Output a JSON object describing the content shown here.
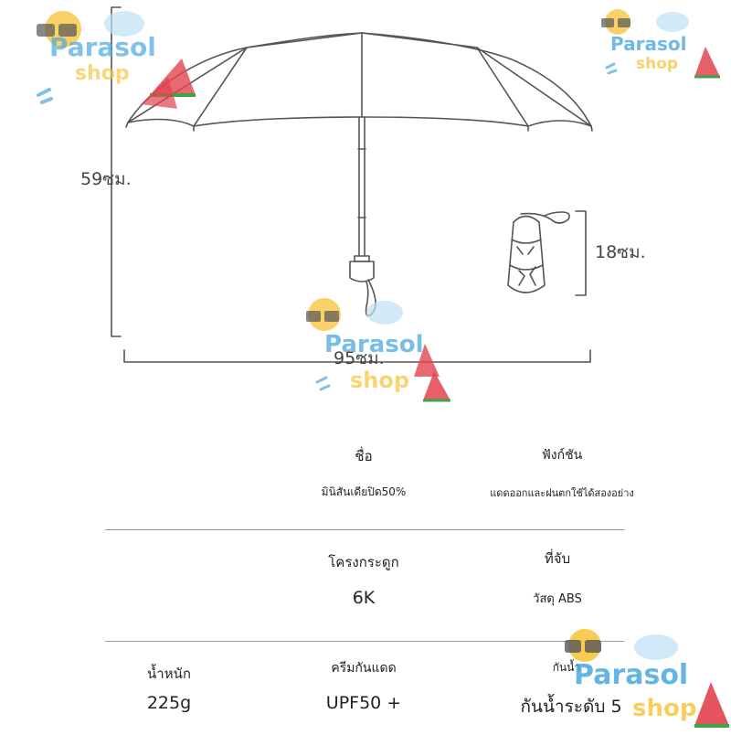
{
  "dimensions": {
    "height_label": "59ซม.",
    "width_label": "95ซม.",
    "folded_label": "18ซม."
  },
  "watermark": {
    "brand": "Parasol",
    "sub": "shop"
  },
  "specs": {
    "row1": {
      "col_mid_label": "ชื่อ",
      "col_mid_value": "มินิสันเดียปิด50%",
      "col_right_label": "ฟังก์ชัน",
      "col_right_value": "แดดออกและฝนตกใช้ได้สองอย่าง"
    },
    "row2": {
      "col_mid_label": "โครงกระดูก",
      "col_mid_value": "6K",
      "col_right_label": "ที่จับ",
      "col_right_value": "วัสดุ ABS"
    },
    "row3": {
      "col_left_label": "น้ำหนัก",
      "col_left_value": "225g",
      "col_mid_label": "ครีมกันแดด",
      "col_mid_value": "UPF50 +",
      "col_right_label": "กันน้ำ",
      "col_right_value": "กันน้ำระดับ 5"
    }
  },
  "colors": {
    "line": "#555555",
    "watermark_blue": "#4aa8e0",
    "watermark_yellow": "#f7c235",
    "watermark_red": "#e2434f",
    "watermark_green": "#3aa64a"
  }
}
